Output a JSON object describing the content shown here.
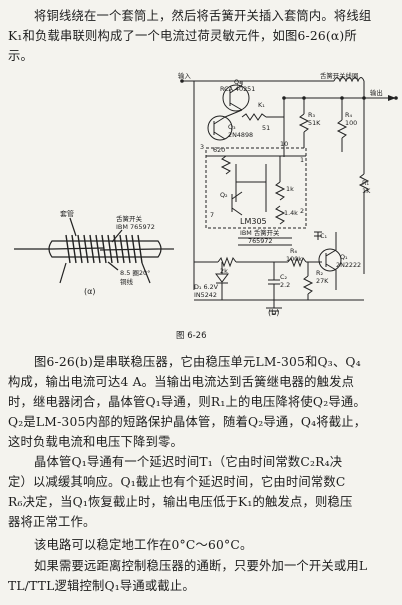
{
  "p1": [
    "将铜线绕在一个套筒上，然后将舌簧开关插入套筒内。将线组",
    "K₁和负载串联则构成了一个电流过荷灵敏元件，如图6-26(α)所",
    "示。"
  ],
  "fig_a": {
    "label_tube": "套管",
    "label_switch_1": "舌簧开关",
    "label_switch_2": "IBM 765972",
    "label_coil_1": "8.5 圈20°",
    "label_coil_2": "铜线",
    "caption": "(α)"
  },
  "fig_b": {
    "input": "输入",
    "output": "输出",
    "coil": "舌簧开关线圈",
    "q4_name": "Q₄",
    "q4_part": "RCA 40251",
    "k1": "K₁",
    "q3_name": "Q₃",
    "q3_part": "2N4898",
    "r3_name": "R₃",
    "r3_val": "51K",
    "r5": "51",
    "r4_name": "R₄",
    "r4_val": "100",
    "r2": "620",
    "r1_name": "R₁",
    "r1_val": "1K",
    "n3": "3",
    "n10": "10",
    "n1": "1",
    "n2": "2",
    "n7": "7",
    "q2": "Q₂",
    "r1k": "1k",
    "r14k": "1.4k",
    "ic": "LM305",
    "ibm_1": "IBM 舌簧开关",
    "ibm_2": "765972",
    "r6": "R₆",
    "r6_val": "100k",
    "c1": "C₁",
    "r2k": "2k",
    "q1_name": "Q₁",
    "q1_part": "2N2222",
    "d1_1": "D₁ 6.2V",
    "d1_2": "IN5242",
    "c2_name": "C₂",
    "c2_val": "2.2",
    "r2_name": "R₂",
    "r2_val": "27K",
    "caption": "(b)"
  },
  "figure_no": "图 6-26",
  "p2": [
    "图6-26(b)是串联稳压器，它由稳压单元LM-305和Q₃、Q₄",
    "构成，输出电流可达4 A。当输出电流达到舌簧继电器的触发点",
    "时，继电器闭合，晶体管Q₁导通，则R₁上的电压降将使Q₂导通。",
    "Q₂是LM-305内部的短路保护晶体管，随着Q₂导通，Q₄将截止，",
    "这时负载电流和电压下降到零。"
  ],
  "p3": [
    "晶体管Q₁导通有一个延迟时间T₁（它由时间常数C₂R₄决",
    "定）以减缓其响应。Q₁截止也有个延迟时间，它由时间常数C",
    "R₆决定，当Q₁恢复截止时，输出电压低于K₁的触发点，则稳压",
    "器将正常工作。"
  ],
  "p4": "该电路可以稳定地工作在0°C～60°C。",
  "p5": [
    "如果需要远距离控制稳压器的通断，只要外加一个开关或用L",
    "TL/TTL逻辑控制Q₁导通或截止。"
  ]
}
